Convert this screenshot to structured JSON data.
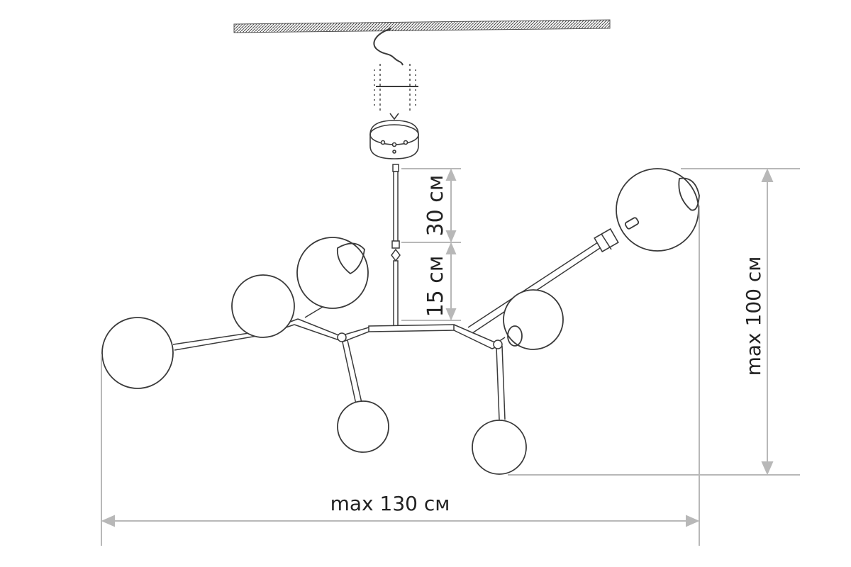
{
  "dimensions": {
    "rod_upper": "30 см",
    "rod_lower": "15 см",
    "height": "max 100 см",
    "width": "max 130 см"
  },
  "colors": {
    "ink": "#3a3a3a",
    "dimension_line": "#b8b8b8",
    "dimension_text": "#222222"
  }
}
